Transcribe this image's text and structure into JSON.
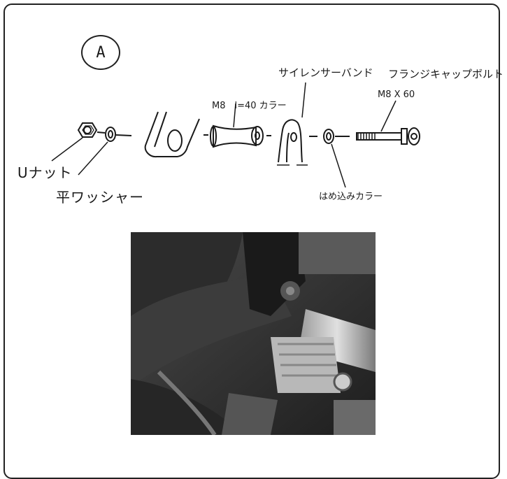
{
  "figure": {
    "badge": "A",
    "labels": {
      "u_nut": "Uナット",
      "flat_washer": "平ワッシャー",
      "collar": "M8　l=40 カラー",
      "silencer_band": "サイレンサーバンド",
      "flange_bolt": "フランジキャップボルト",
      "bolt_size": "M8 X 60",
      "press_collar": "はめ込みカラー"
    }
  },
  "colors": {
    "line": "#1a1a1a",
    "frame": "#222222",
    "photo_dark": "#2e2e2e",
    "photo_mid": "#6a6a6a",
    "photo_light": "#c8c8c8"
  }
}
